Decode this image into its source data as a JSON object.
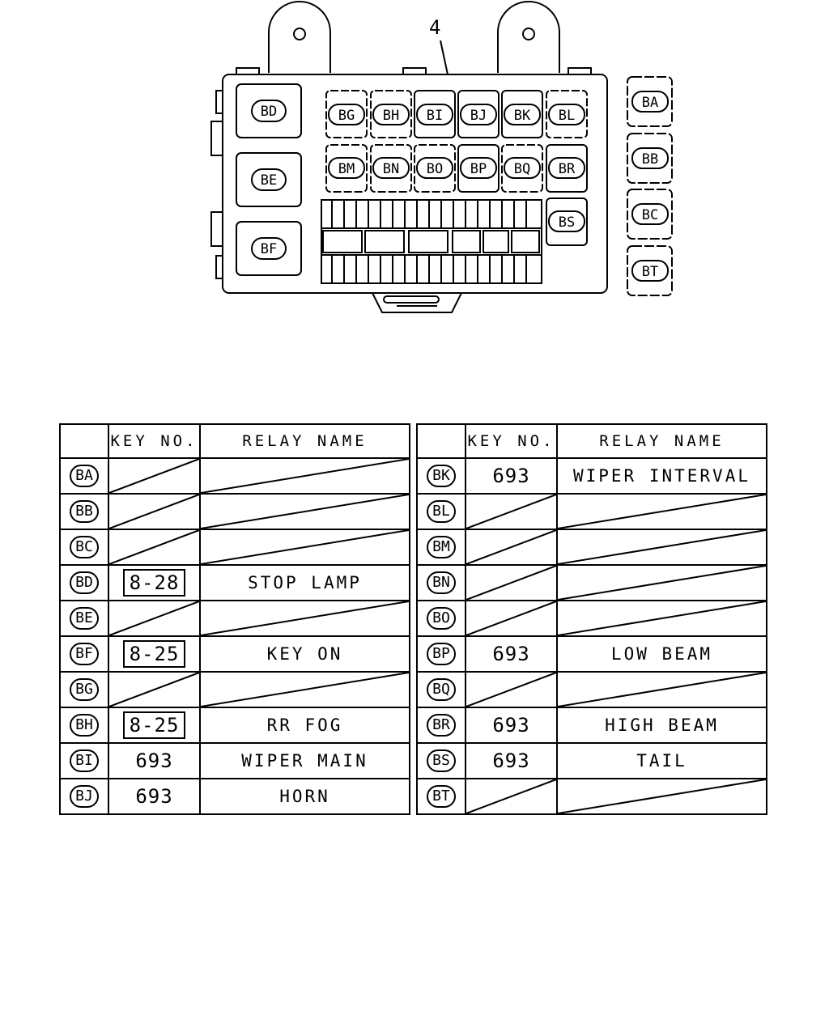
{
  "callout": "4",
  "box_labels": {
    "left_column": [
      "BD",
      "BE",
      "BF"
    ],
    "row1": [
      "BG",
      "BH",
      "BI",
      "BJ",
      "BK",
      "BL"
    ],
    "row2": [
      "BM",
      "BN",
      "BO",
      "BP",
      "BQ",
      "BR"
    ],
    "side": "BS",
    "external": [
      "BA",
      "BB",
      "BC",
      "BT"
    ]
  },
  "table": {
    "headers": {
      "key": "KEY NO.",
      "name": "RELAY NAME"
    },
    "left_rows": [
      {
        "code": "BA",
        "key": "",
        "name": "",
        "key_boxed": false
      },
      {
        "code": "BB",
        "key": "",
        "name": "",
        "key_boxed": false
      },
      {
        "code": "BC",
        "key": "",
        "name": "",
        "key_boxed": false
      },
      {
        "code": "BD",
        "key": "8-28",
        "name": "STOP LAMP",
        "key_boxed": true
      },
      {
        "code": "BE",
        "key": "",
        "name": "",
        "key_boxed": false
      },
      {
        "code": "BF",
        "key": "8-25",
        "name": "KEY ON",
        "key_boxed": true
      },
      {
        "code": "BG",
        "key": "",
        "name": "",
        "key_boxed": false
      },
      {
        "code": "BH",
        "key": "8-25",
        "name": "RR FOG",
        "key_boxed": true
      },
      {
        "code": "BI",
        "key": "693",
        "name": "WIPER MAIN",
        "key_boxed": false
      },
      {
        "code": "BJ",
        "key": "693",
        "name": "HORN",
        "key_boxed": false
      }
    ],
    "right_rows": [
      {
        "code": "BK",
        "key": "693",
        "name": "WIPER INTERVAL",
        "key_boxed": false
      },
      {
        "code": "BL",
        "key": "",
        "name": "",
        "key_boxed": false
      },
      {
        "code": "BM",
        "key": "",
        "name": "",
        "key_boxed": false
      },
      {
        "code": "BN",
        "key": "",
        "name": "",
        "key_boxed": false
      },
      {
        "code": "BO",
        "key": "",
        "name": "",
        "key_boxed": false
      },
      {
        "code": "BP",
        "key": "693",
        "name": "LOW BEAM",
        "key_boxed": false
      },
      {
        "code": "BQ",
        "key": "",
        "name": "",
        "key_boxed": false
      },
      {
        "code": "BR",
        "key": "693",
        "name": "HIGH BEAM",
        "key_boxed": false
      },
      {
        "code": "BS",
        "key": "693",
        "name": "TAIL",
        "key_boxed": false
      },
      {
        "code": "BT",
        "key": "",
        "name": "",
        "key_boxed": false
      }
    ]
  }
}
